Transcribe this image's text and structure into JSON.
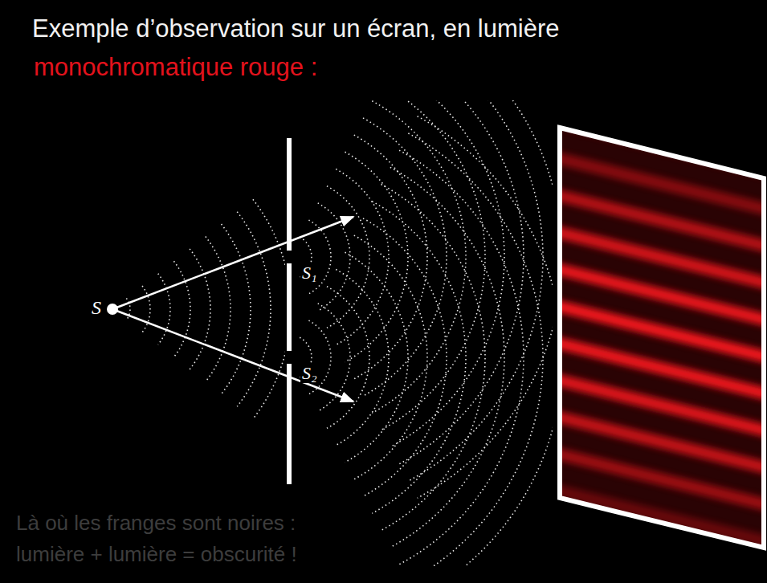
{
  "diagram": {
    "title": "Exemple d’observation sur un écran, en lumière",
    "labels": [
      "monochromatique rouge :",
      "S",
      "S₁",
      "S₂",
      "Là où les franges sont noires : lumière + lumière = obscurité !"
    ]
  }
}
